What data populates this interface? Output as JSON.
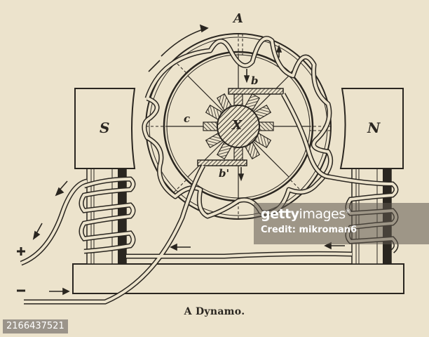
{
  "illustration": {
    "caption": "A Dynamo.",
    "labels": {
      "armature_top": "A",
      "brush_top": "b",
      "brush_bottom": "b'",
      "coil_c": "c",
      "shaft": "X",
      "south_pole": "S",
      "north_pole": "N",
      "plus_terminal": "+",
      "minus_terminal": "−"
    },
    "colors": {
      "paper": "#ece3cc",
      "ink": "#2a2620"
    }
  },
  "watermark": {
    "brand_bold": "getty",
    "brand_light": "images",
    "registered": "®",
    "credit": "Credit: mikroman6",
    "image_id": "2166437521"
  }
}
